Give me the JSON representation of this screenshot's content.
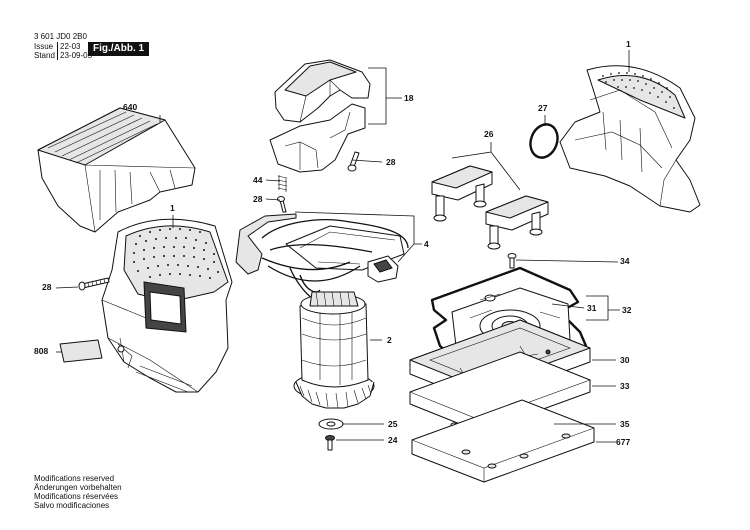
{
  "header": {
    "doc_number": "3 601 JD0 2B0",
    "issue_label": "Issue",
    "issue_value": "22-03",
    "stand_label": "Stand",
    "stand_value": "23-09-05",
    "figure_label": "Fig./Abb. 1"
  },
  "footer": {
    "lines": [
      "Modifications reserved",
      "Änderungen vorbehalten",
      "Modifications réservées",
      "Salvo modificaciones"
    ]
  },
  "part_numbers": {
    "p1_top": "1",
    "p1_mid": "1",
    "p640": "640",
    "p18": "18",
    "p28_a": "28",
    "p44": "44",
    "p28_b": "28",
    "p4": "4",
    "p27": "27",
    "p26": "26",
    "p34": "34",
    "p28_c": "28",
    "p808": "808",
    "p2": "2",
    "p31": "31",
    "p32": "32",
    "p30": "30",
    "p33": "33",
    "p25": "25",
    "p24": "24",
    "p35": "35",
    "p677": "677"
  }
}
